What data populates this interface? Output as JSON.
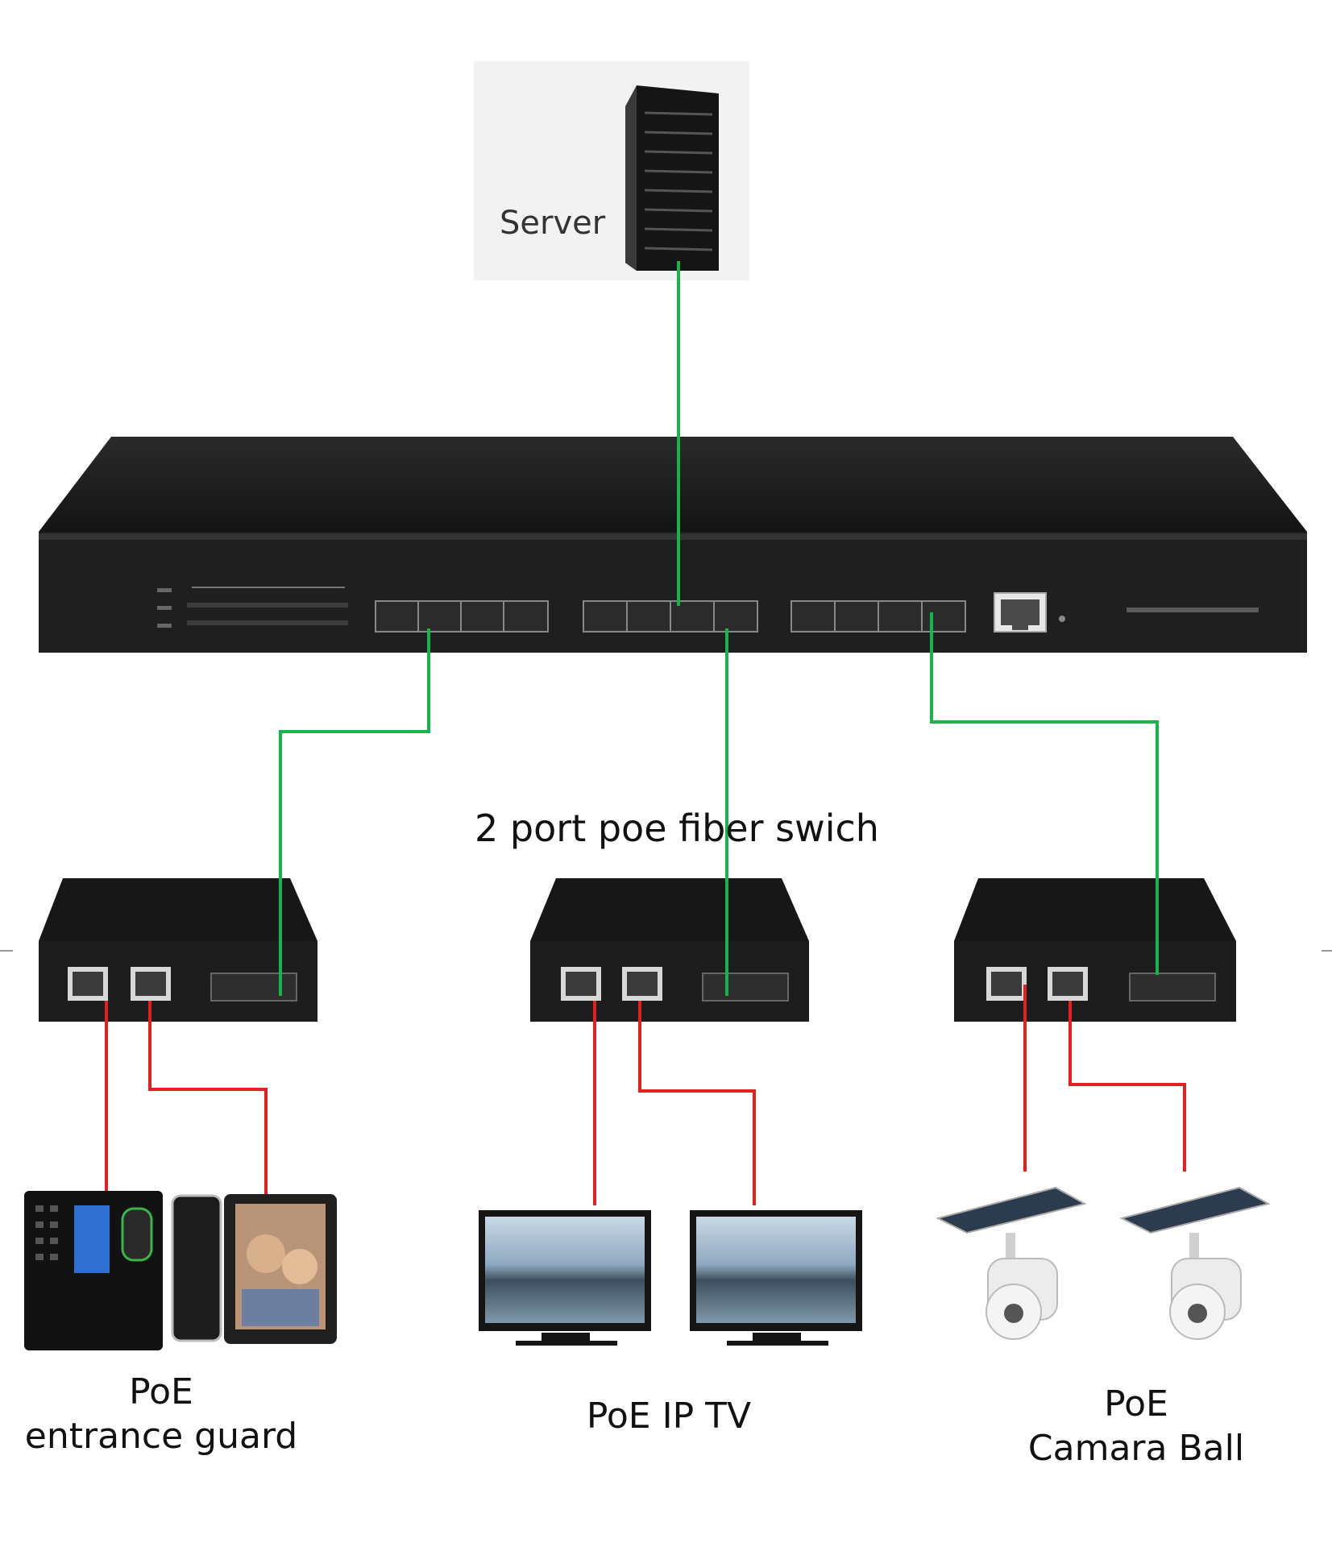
{
  "labels": {
    "server": "Server",
    "switch_caption": "2 port poe fiber swich",
    "guard_line1": "PoE",
    "guard_line2": "entrance guard",
    "tv": "PoE IP TV",
    "camera_line1": "PoE",
    "camera_line2": "Camara Ball"
  },
  "colors": {
    "fiber_link": "#19b34a",
    "poe_link": "#e41f1f",
    "device_body": "#1e1e1e",
    "background": "#ffffff"
  }
}
